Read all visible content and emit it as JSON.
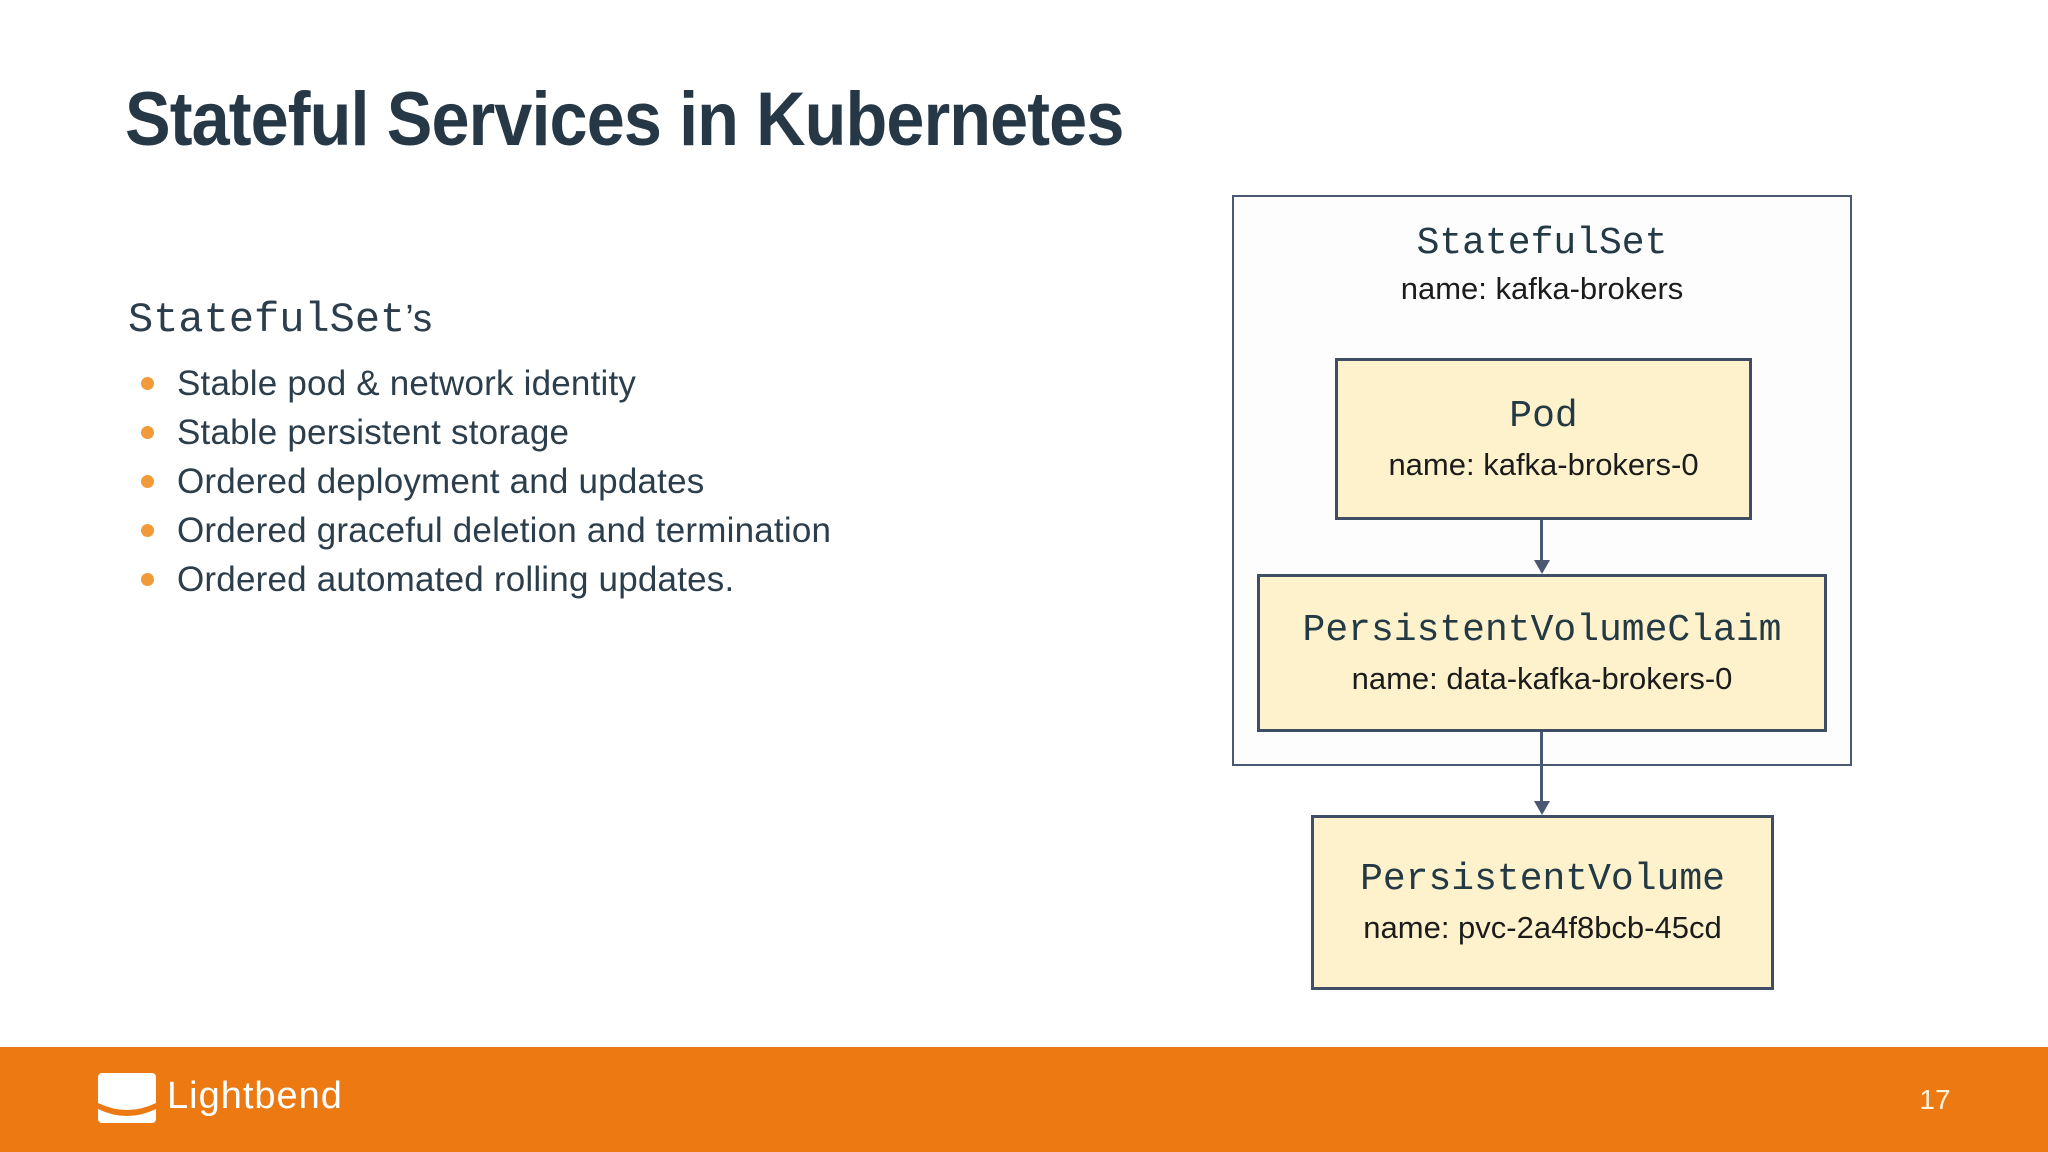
{
  "slide": {
    "title": "Stateful Services in Kubernetes",
    "page_number": "17"
  },
  "left": {
    "heading_mono": "StatefulSet",
    "heading_suffix": "’s",
    "bullets": [
      "Stable pod & network identity",
      "Stable persistent storage",
      "Ordered deployment and updates",
      "Ordered graceful deletion and termination",
      "Ordered automated rolling updates."
    ]
  },
  "diagram": {
    "statefulset": {
      "type": "StatefulSet",
      "name": "name: kafka-brokers"
    },
    "pod": {
      "type": "Pod",
      "name": "name: kafka-brokers-0"
    },
    "pvc": {
      "type": "PersistentVolumeClaim",
      "name": "name: data-kafka-brokers-0"
    },
    "pv": {
      "type": "PersistentVolume",
      "name": "name: pvc-2a4f8bcb-45cd"
    }
  },
  "footer": {
    "brand": "Lightbend",
    "logo_icon": "lightbend-lens-icon"
  },
  "colors": {
    "title_text": "#263846",
    "body_text": "#2c3e4b",
    "bullet_orange": "#f09a3a",
    "node_fill_yellow": "#fdf2cc",
    "node_border": "#3f4e64",
    "outer_border": "#4a5871",
    "footer_orange": "#ec7912",
    "footer_text": "#ffffff",
    "page_number_text": "#fbf2dc"
  }
}
